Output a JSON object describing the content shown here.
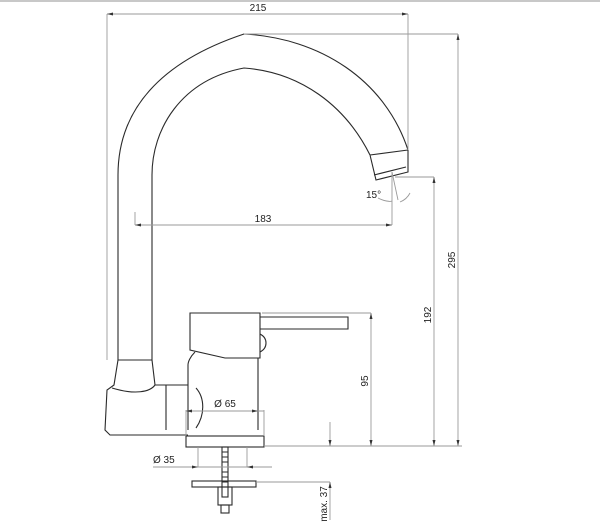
{
  "drawing": {
    "subject": "kitchen faucet side elevation",
    "dimensions": {
      "overall_width": "215",
      "spout_reach": "183",
      "overall_height": "295",
      "spout_outlet_height": "192",
      "lever_height": "95",
      "base_diameter": "Ø 65",
      "mounting_diameter": "Ø 35",
      "max_counter_thickness": "max. 37",
      "outlet_angle": "15°"
    },
    "colors": {
      "outline": "#2a2a2a",
      "dimension_line": "#9a9a9a",
      "background": "#ffffff"
    }
  }
}
